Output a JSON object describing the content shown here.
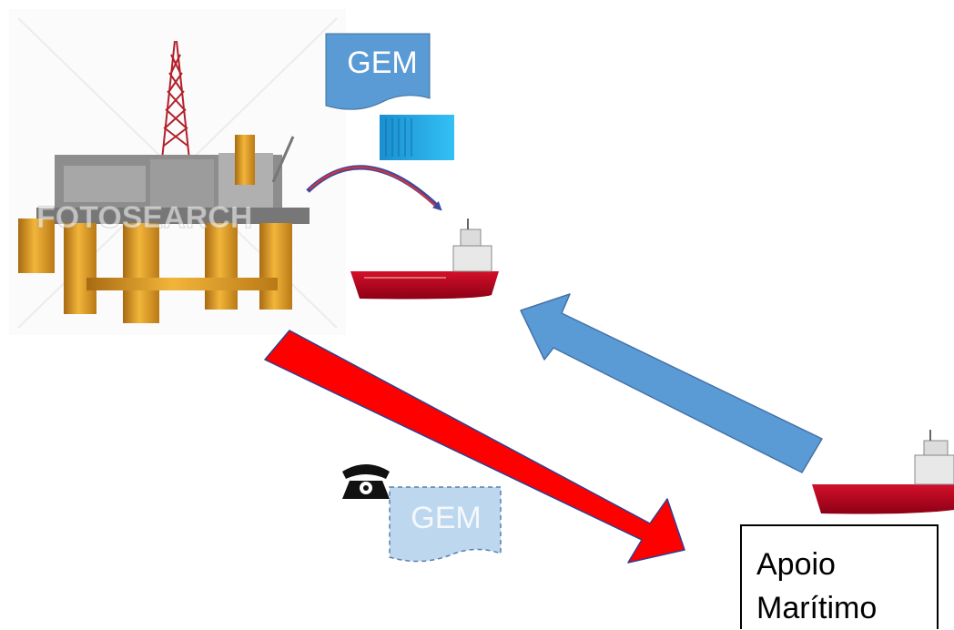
{
  "diagram": {
    "gem_top": "GEM",
    "gem_bottom": "GEM",
    "watermark": "FOTOSEARCH",
    "textbox": {
      "line1": "Apoio",
      "line2": "Marítimo"
    },
    "colors": {
      "red_arrow": "#ff0000",
      "red_arrow_border": "#2f3f8f",
      "blue_arrow": "#5b9bd5",
      "blue_arrow_border": "#4472a8",
      "gem_doc": "#5b9bd5",
      "gem_doc_pale": "#bdd7ee",
      "container": "#1fb0ef",
      "ship_hull": "#b8001c",
      "platform_legs": "#e8a12a"
    },
    "icons": [
      "oil-platform-icon",
      "gem-document-icon",
      "container-icon",
      "supply-ship-icon",
      "telephone-icon"
    ]
  }
}
